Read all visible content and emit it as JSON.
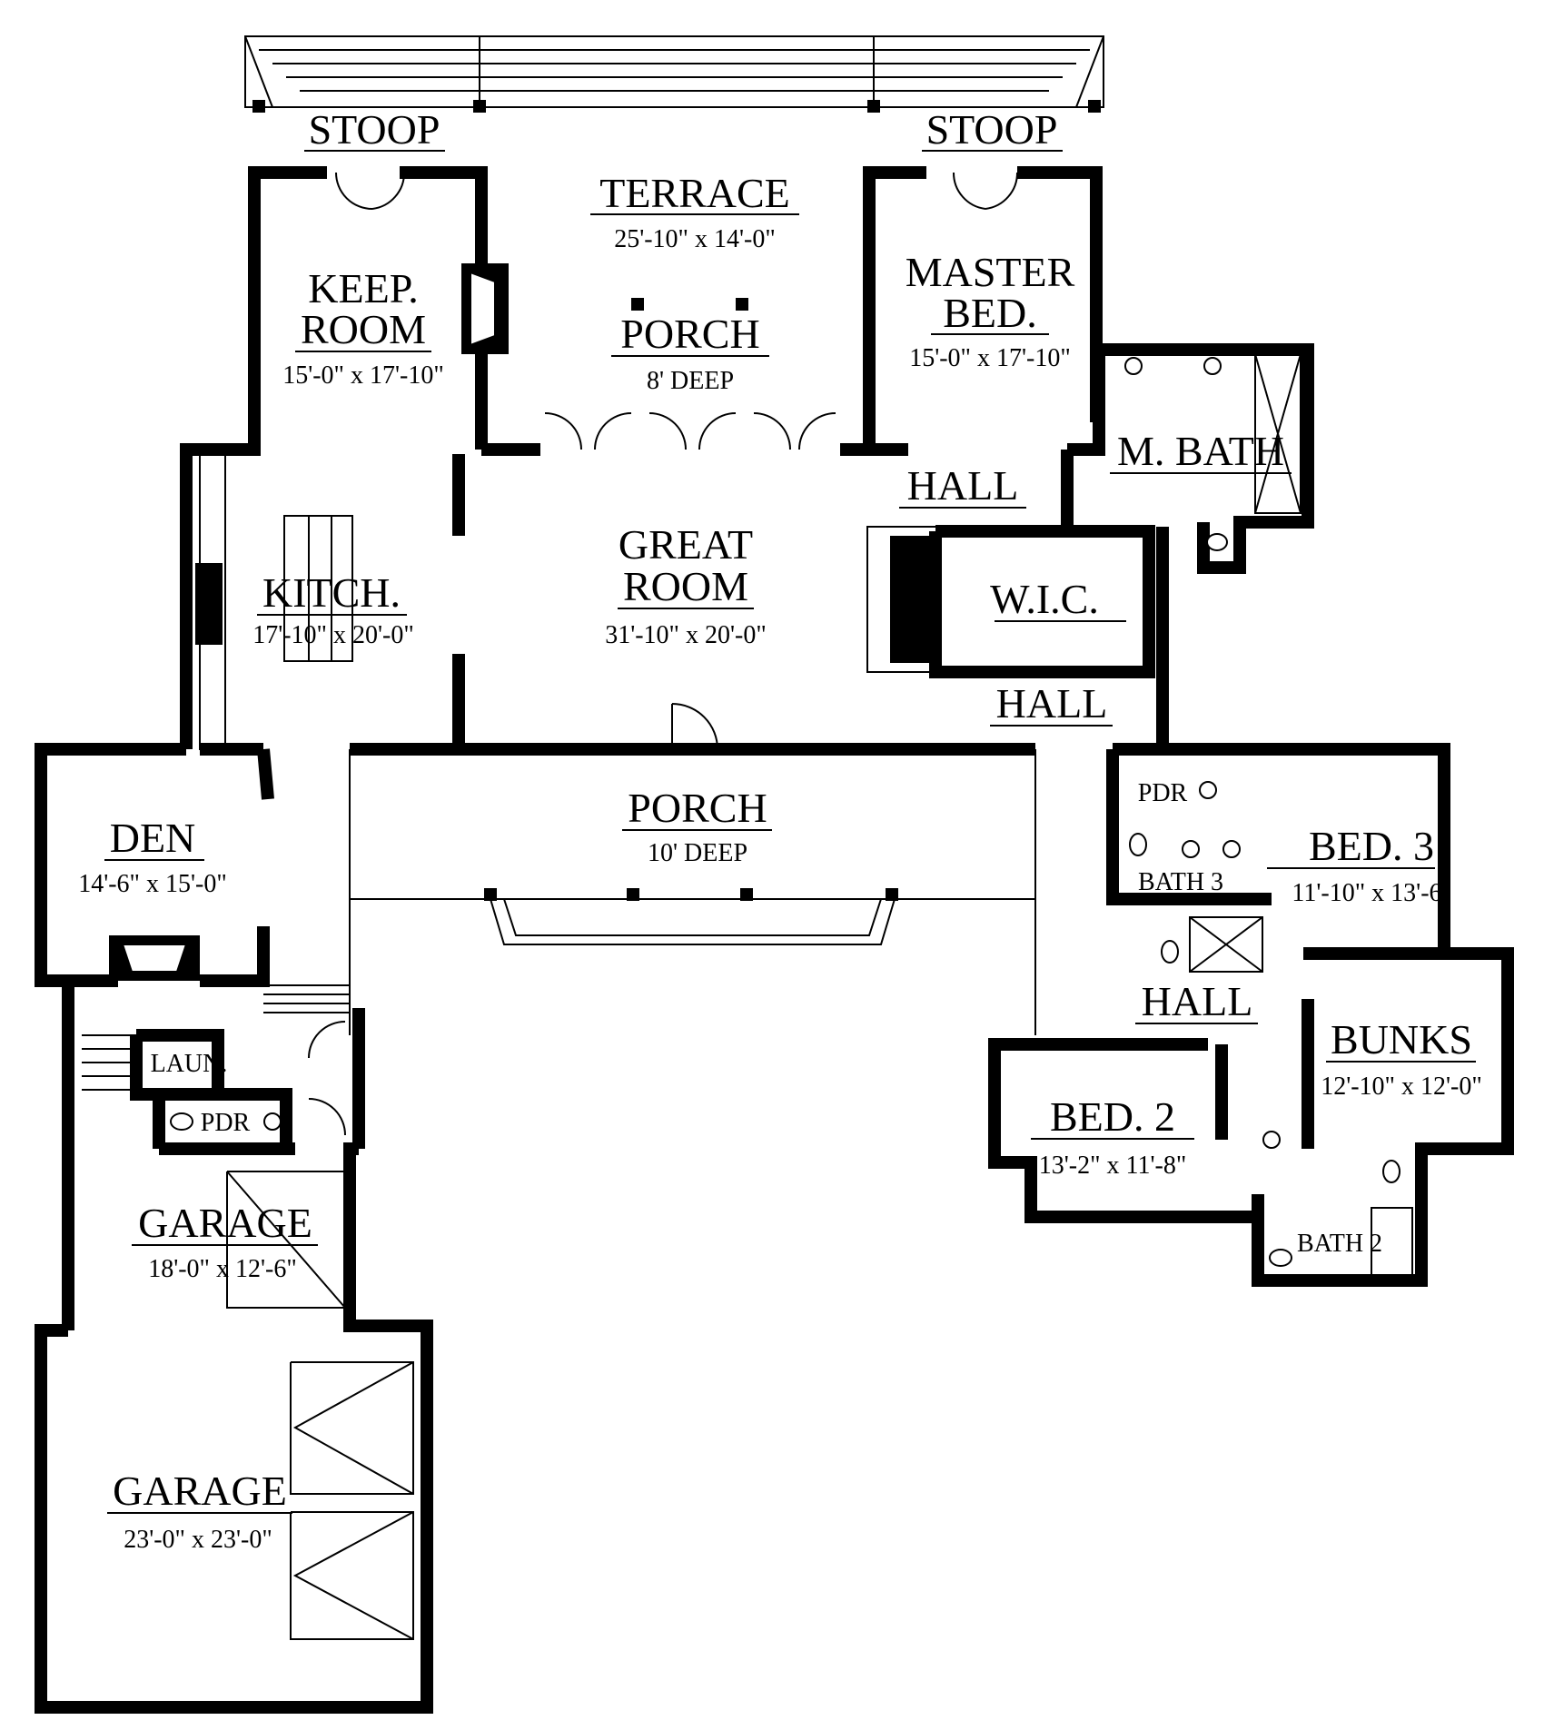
{
  "rooms": {
    "stoop_left": {
      "name": "STOOP"
    },
    "stoop_right": {
      "name": "STOOP"
    },
    "terrace": {
      "name": "TERRACE",
      "dim": "25'-10\" x 14'-0\""
    },
    "porch_back": {
      "name": "PORCH",
      "dim": "8' DEEP"
    },
    "keep_room": {
      "line1": "KEEP.",
      "line2": "ROOM",
      "dim": "15'-0\" x 17'-10\""
    },
    "master_bed": {
      "line1": "MASTER",
      "line2": "BED.",
      "dim": "15'-0\" x 17'-10\""
    },
    "m_bath": {
      "name": "M. BATH"
    },
    "hall_upper": {
      "name": "HALL"
    },
    "great_room": {
      "line1": "GREAT",
      "line2": "ROOM",
      "dim": "31'-10\" x 20'-0\""
    },
    "kitchen": {
      "name": "KITCH.",
      "dim": "17'-10\" x 20'-0\""
    },
    "wic": {
      "name": "W.I.C."
    },
    "hall_mid": {
      "name": "HALL"
    },
    "den": {
      "name": "DEN",
      "dim": "14'-6\" x 15'-0\""
    },
    "porch_front": {
      "name": "PORCH",
      "dim": "10' DEEP"
    },
    "pdr_right": {
      "name": "PDR"
    },
    "bed3": {
      "name": "BED. 3",
      "dim": "11'-10\" x 13'-6"
    },
    "bath3": {
      "name": "BATH 3"
    },
    "hall_lower": {
      "name": "HALL"
    },
    "bunks": {
      "name": "BUNKS",
      "dim": "12'-10\" x 12'-0\""
    },
    "bed2": {
      "name": "BED. 2",
      "dim": "13'-2\" x 11'-8\""
    },
    "bath2": {
      "name": "BATH 2"
    },
    "laun": {
      "name": "LAUN."
    },
    "pdr_left": {
      "name": "PDR"
    },
    "garage_small": {
      "name": "GARAGE",
      "dim": "18'-0\" x 12'-6\""
    },
    "garage_large": {
      "name": "GARAGE",
      "dim": "23'-0\" x 23'-0\""
    }
  }
}
